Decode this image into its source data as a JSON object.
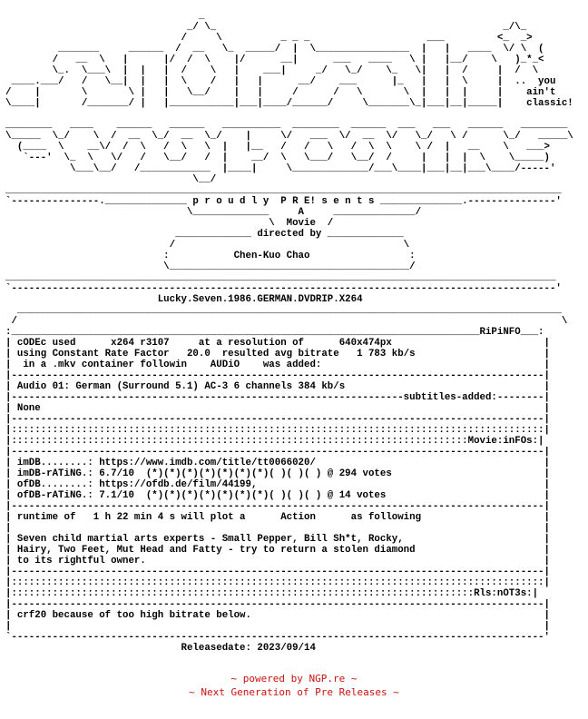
{
  "nfo_text": "                                 _\n                               _/ \\_                                                 _/\\_\n                              /     \\          _ _ _                    ___         <_  _>\n         _______     ______  /  __   \\_  _____/  |  \\________________  |   |   ____  \\/ \\  (\n        /   __  \\   |      |/  /  \\    |/      __|      ___   ____   \\ |   |__/    \\   )_*_<\n        \\_.  \\___\\  |  |   |  /    \\   |    ___|     _/   \\_/    \\_   \\|   |  /     |  /  \\\n ____.___/   /   \\__|  |   |  \\    /   |   |      __/    ___      |_   |   |  \\     |  ..  you\n/    |       \\       \\ |   |   \\__/    |   |     /      /   \\       \\  |   |  |     |    ain't\n\\____|       /_______/ |   |___________|___|____/______/     \\_______\\_|___|__|_____|    classic!\n                                       \n________   ____    ______   ______   __________  ________  ______  ___   ___   ______   ________\n\\_____  \\_/    \\  /  __  \\_/  __  \\_/    |     \\/   ___  \\/  __  \\/   \\_/   \\ /      \\_/   _____\\\n  (____  \\    __\\/  /  \\   /  \\   \\  |   |__   /   /   \\   /  \\  \\    \\ /  |   __    \\   ___>\n   `---'  \\_  \\   \\/   /   \\__/   /  |    __/  \\   \\___/   \\__/  /     |   |  |  \\    \\_____)\n           \\___\\__/   /____________  |____|     \\_____________/___\\____|___|__|___\\____/-----'\n                                \\__/            \n_______________________________________________________________________________________________\n`---------------.______________ p r o u d l y  P R E! s e n t s ______________.---------------'\n                               \\_____________     A     ______________/\n                                             \\  Movie  /\n                             _____________ directed by _____________\n                            /                                       \\\n                           :           Chen-Kuo Chao                 :\n                           \\_________________________________________/\n______________________________________________________________________________________________\n`---------------------------------------------------------------------------------------------'\n                          Lucky.Seven.1986.GERMAN.DVDRIP.X264\n  _____________________________________________________________________________________________\n /                                                                                             \\\n:________________________________________________________________________________RiPiNFO___:\n| cODEc used      x264 r3107     at a resolution of      640x474px                          |\n| using Constant Rate Factor   20.0  resulted avg bitrate   1 783 kb/s                      |\n|  in a .mkv container followin    AUDiO    was added:                                      |\n|-------------------------------------------------------------------------------------------|\n| Audio 01: German (Surround 5.1) AC-3 6 channels 384 kb/s                                  |\n|-------------------------------------------------------------------subtitles-added:--------|\n| None                                                                                      |\n|-------------------------------------------------------------------------------------------|\n|:::::::::::::::::::::::::::::::::::::::::::::::::::::::::::::::::::::::::::::::::::::::::::|\n|::::::::::::::::::::::::::::::::::::::::::::::::::::::::::::::::::::::::::::::Movie:inFOs:|\n|-------------------------------------------------------------------------------------------|\n| imDB........: https://www.imdb.com/title/tt0066020/                                       |\n| imDB-rATiNG.: 6.7/10  (*)(*)(*)(*)(*)(*)(*)( )( )( ) @ 294 votes                          |\n| ofDB........: https://ofdb.de/film/44199,                                                 |\n| ofDB-rATiNG.: 7.1/10  (*)(*)(*)(*)(*)(*)(*)( )( )( ) @ 14 votes                           |\n|-------------------------------------------------------------------------------------------|\n| runtime of   1 h 22 min 4 s will plot a      Action      as following                     |\n|                                                                                           |\n| Seven child martial arts experts - Small Pepper, Bill Sh*t, Rocky,                        |\n| Hairy, Two Feet, Mut Head and Fatty - try to return a stolen diamond                      |\n| to its rightful owner.                                                                    |\n|-------------------------------------------------------------------------------------------|\n|:::::::::::::::::::::::::::::::::::::::::::::::::::::::::::::::::::::::::::::::::::::::::::|\n|:::::::::::::::::::::::::::::::::::::::::::::::::::::::::::::::::::::::::::::::Rls:nOT3s:|\n|-------------------------------------------------------------------------------------------|\n| crf20 because of too high bitrate below.                                                  |\n|                                                                                           |\n`-------------------------------------------------------------------------------------------'\n                              Releasedate: 2023/09/14",
  "footer": {
    "line1": "~ powered by NGP.re ~",
    "line2": "~ Next Generation of Pre Releases ~"
  },
  "colors": {
    "text": "#000000",
    "footer": "#cc1111",
    "background": "#ffffff"
  }
}
